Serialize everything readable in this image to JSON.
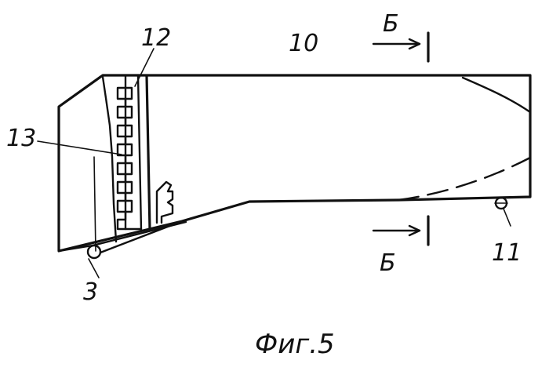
{
  "figure": {
    "caption": "Фиг.5",
    "section_marks": {
      "top": "Б",
      "bottom": "Б"
    },
    "labels": {
      "l12": "12",
      "l10": "10",
      "l13": "13",
      "l11": "11",
      "l3": "3"
    }
  }
}
